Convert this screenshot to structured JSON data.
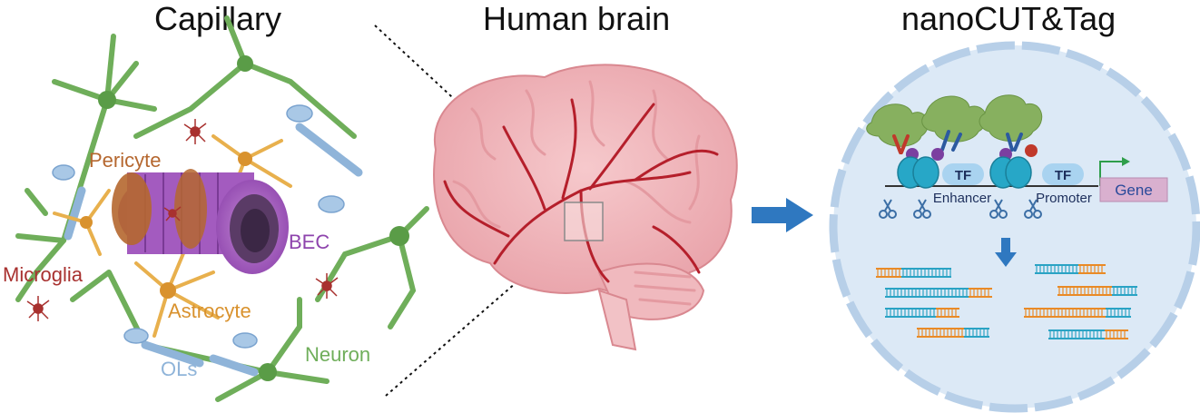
{
  "panels": {
    "capillary": {
      "title": "Capillary",
      "labels": {
        "pericyte": "Pericyte",
        "bec": "BEC",
        "microglia": "Microglia",
        "astrocyte": "Astrocyte",
        "neuron": "Neuron",
        "ols": "OLs"
      }
    },
    "brain": {
      "title": "Human brain"
    },
    "nanocut": {
      "title": "nanoCUT&Tag",
      "labels": {
        "tf": "TF",
        "enhancer": "Enhancer",
        "promoter": "Promoter",
        "gene": "Gene"
      }
    }
  },
  "colors": {
    "pericyte": "#b5672f",
    "bec": "#8e44ad",
    "microglia": "#a8312f",
    "astrocyte": "#d9922e",
    "neuron": "#6fae5a",
    "ols": "#8fb4d9",
    "arrow": "#2f78c0",
    "nucleus": "#dce9f6",
    "gene_box": "#d9b0cf",
    "fragment_blue": "#2aa3c4",
    "fragment_orange": "#e98a26"
  },
  "icons": [
    "right-arrow-icon",
    "down-arrow-icon",
    "scissors-icon",
    "nucleosome-icon",
    "protein-a-tn5-icon"
  ]
}
